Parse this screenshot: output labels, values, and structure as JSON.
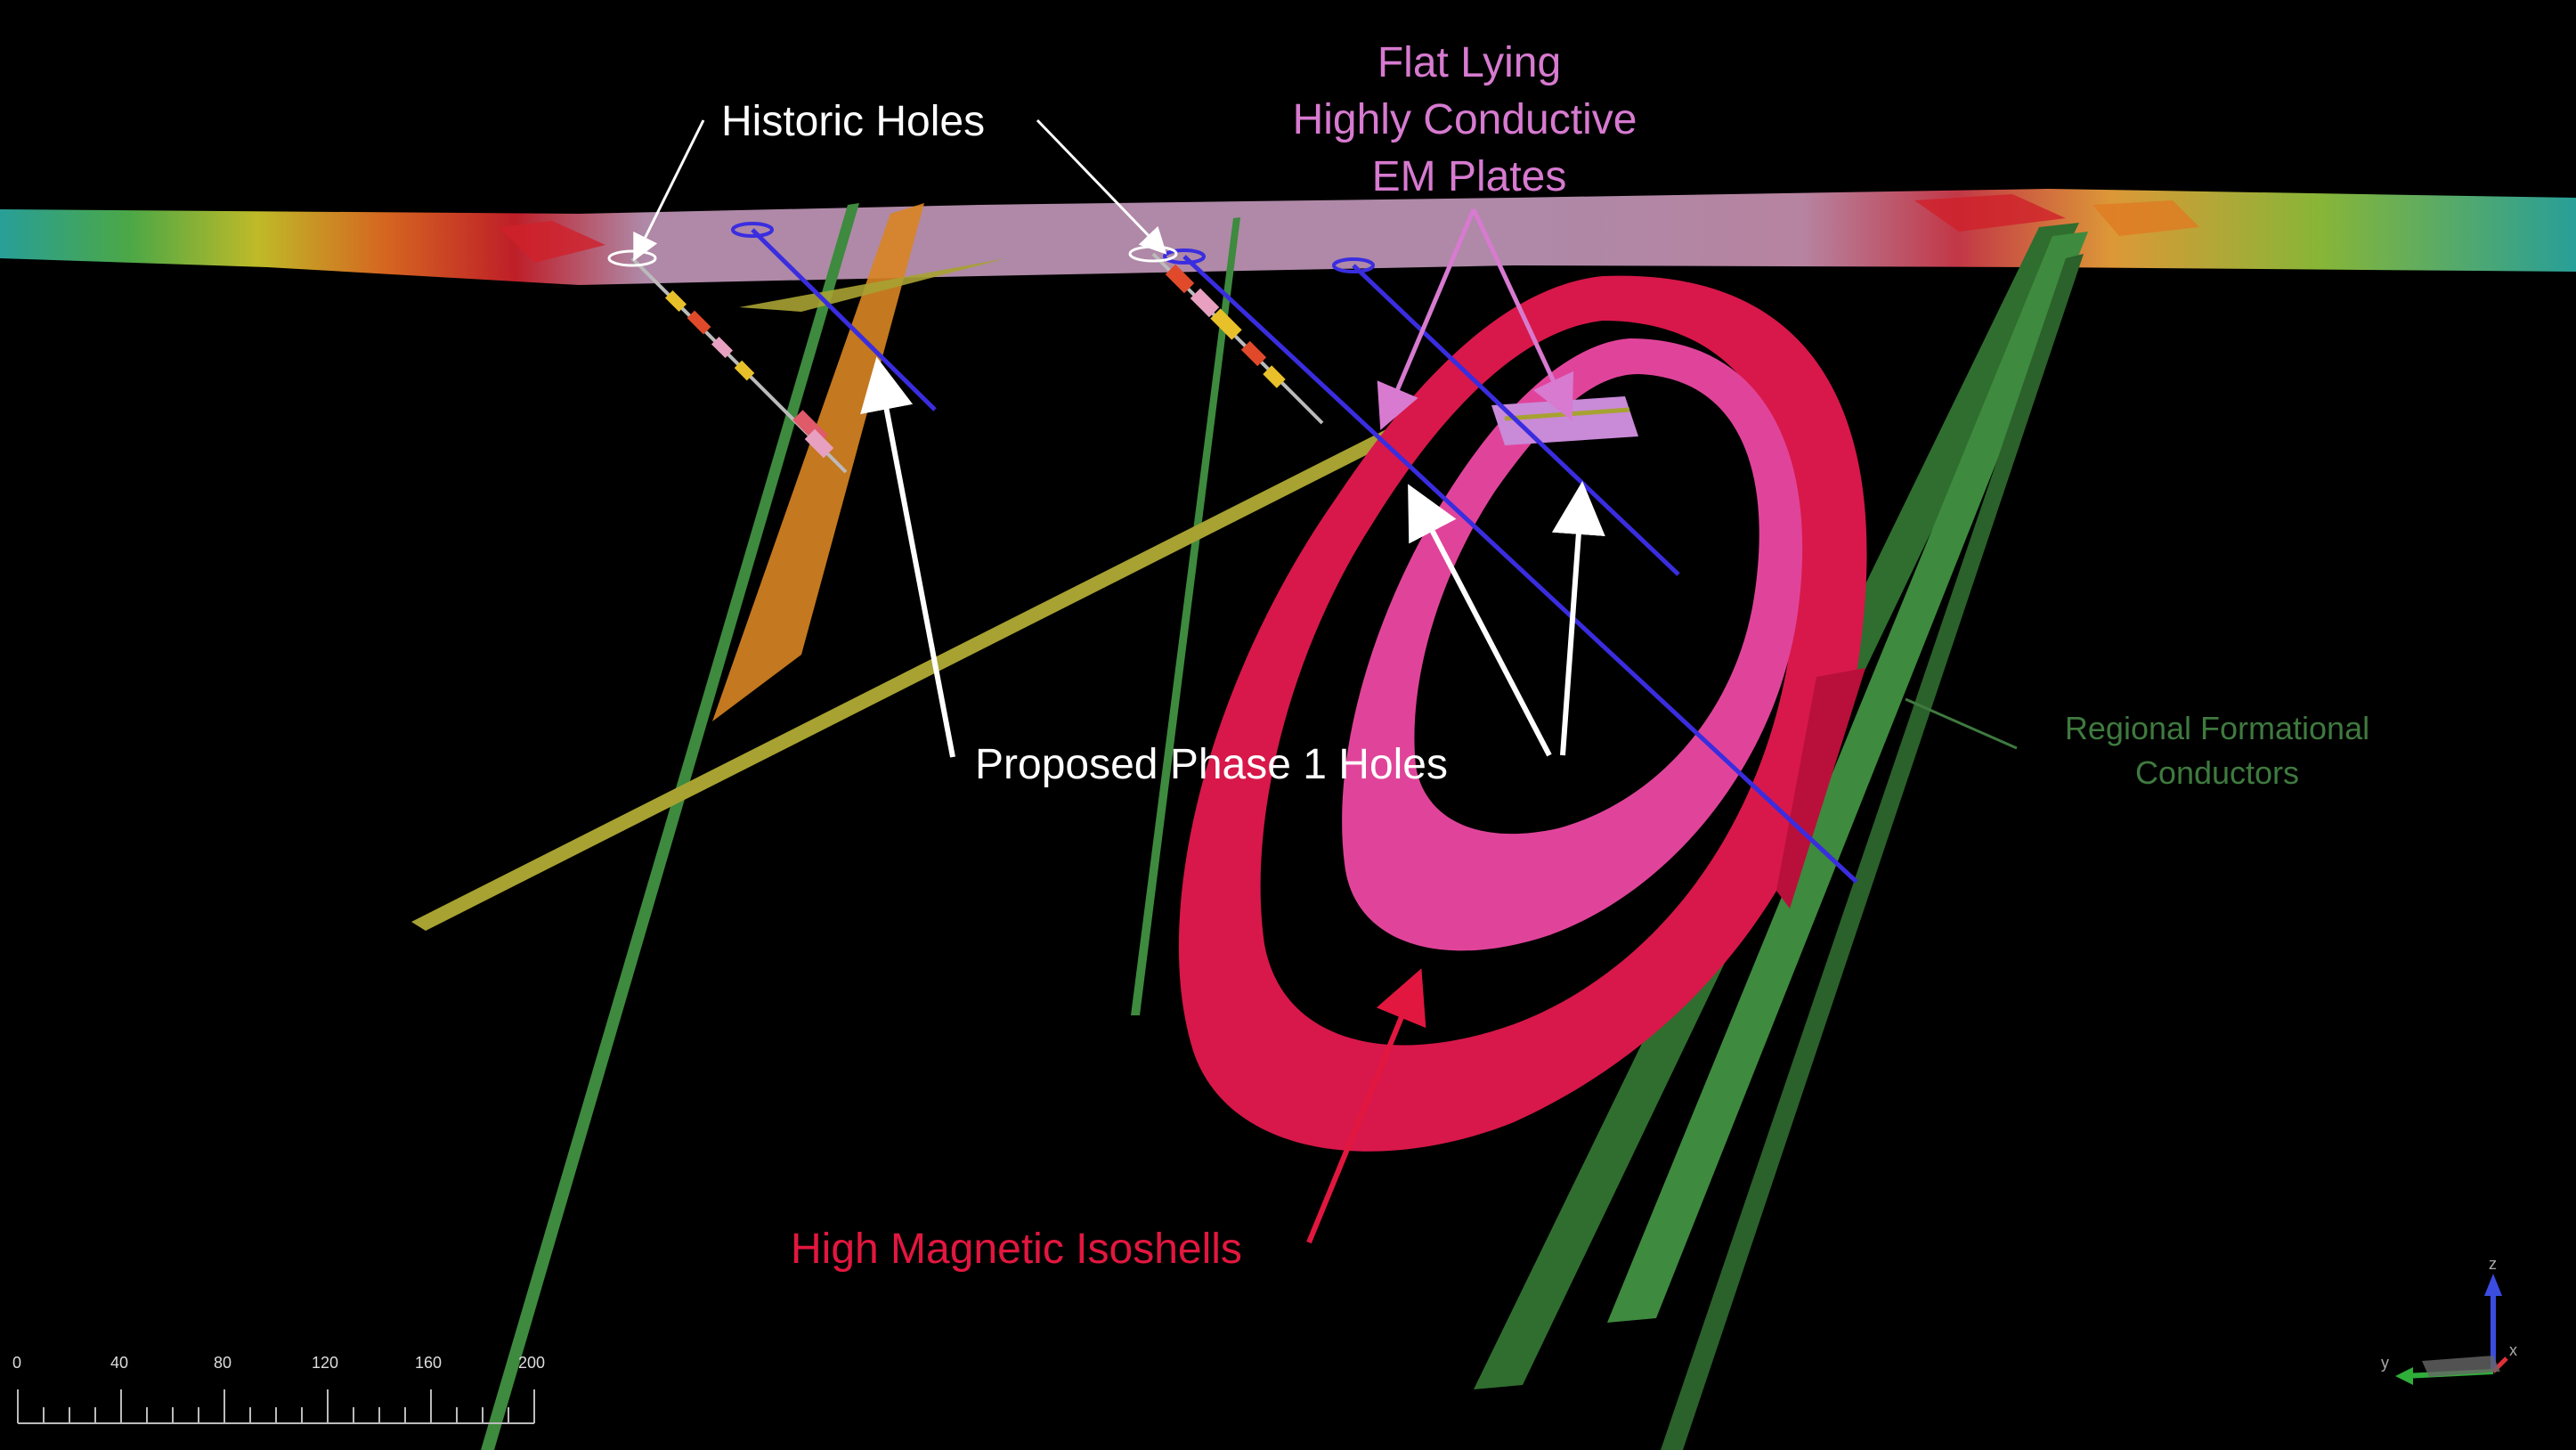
{
  "labels": {
    "historic_holes": "Historic Holes",
    "em_plates_line1": "Flat Lying",
    "em_plates_line2": "Highly Conductive",
    "em_plates_line3": "EM Plates",
    "proposed_holes": "Proposed Phase 1 Holes",
    "regional_line1": "Regional Formational",
    "regional_line2": "Conductors",
    "mag_isoshells": "High Magnetic Isoshells"
  },
  "scale_bar": {
    "ticks": [
      "0",
      "40",
      "80",
      "120",
      "160",
      "200"
    ]
  },
  "axis_triad": {
    "z": "z",
    "y": "y",
    "x": "x"
  },
  "colors": {
    "background": "#000000",
    "annotation_white": "#ffffff",
    "em_plate_label": "#d77ad0",
    "regional_label": "#3f7a3f",
    "mag_label": "#e2173f",
    "mag_isoshell_outer": "#d8184a",
    "mag_isoshell_inner": "#e0449a",
    "drillhole_blue": "#3a2de0",
    "conductor_green": "#3e8a3e",
    "conductor_yellow": "#a7a232",
    "conductor_orange": "#d98522",
    "em_plate": "#c98ad8"
  }
}
